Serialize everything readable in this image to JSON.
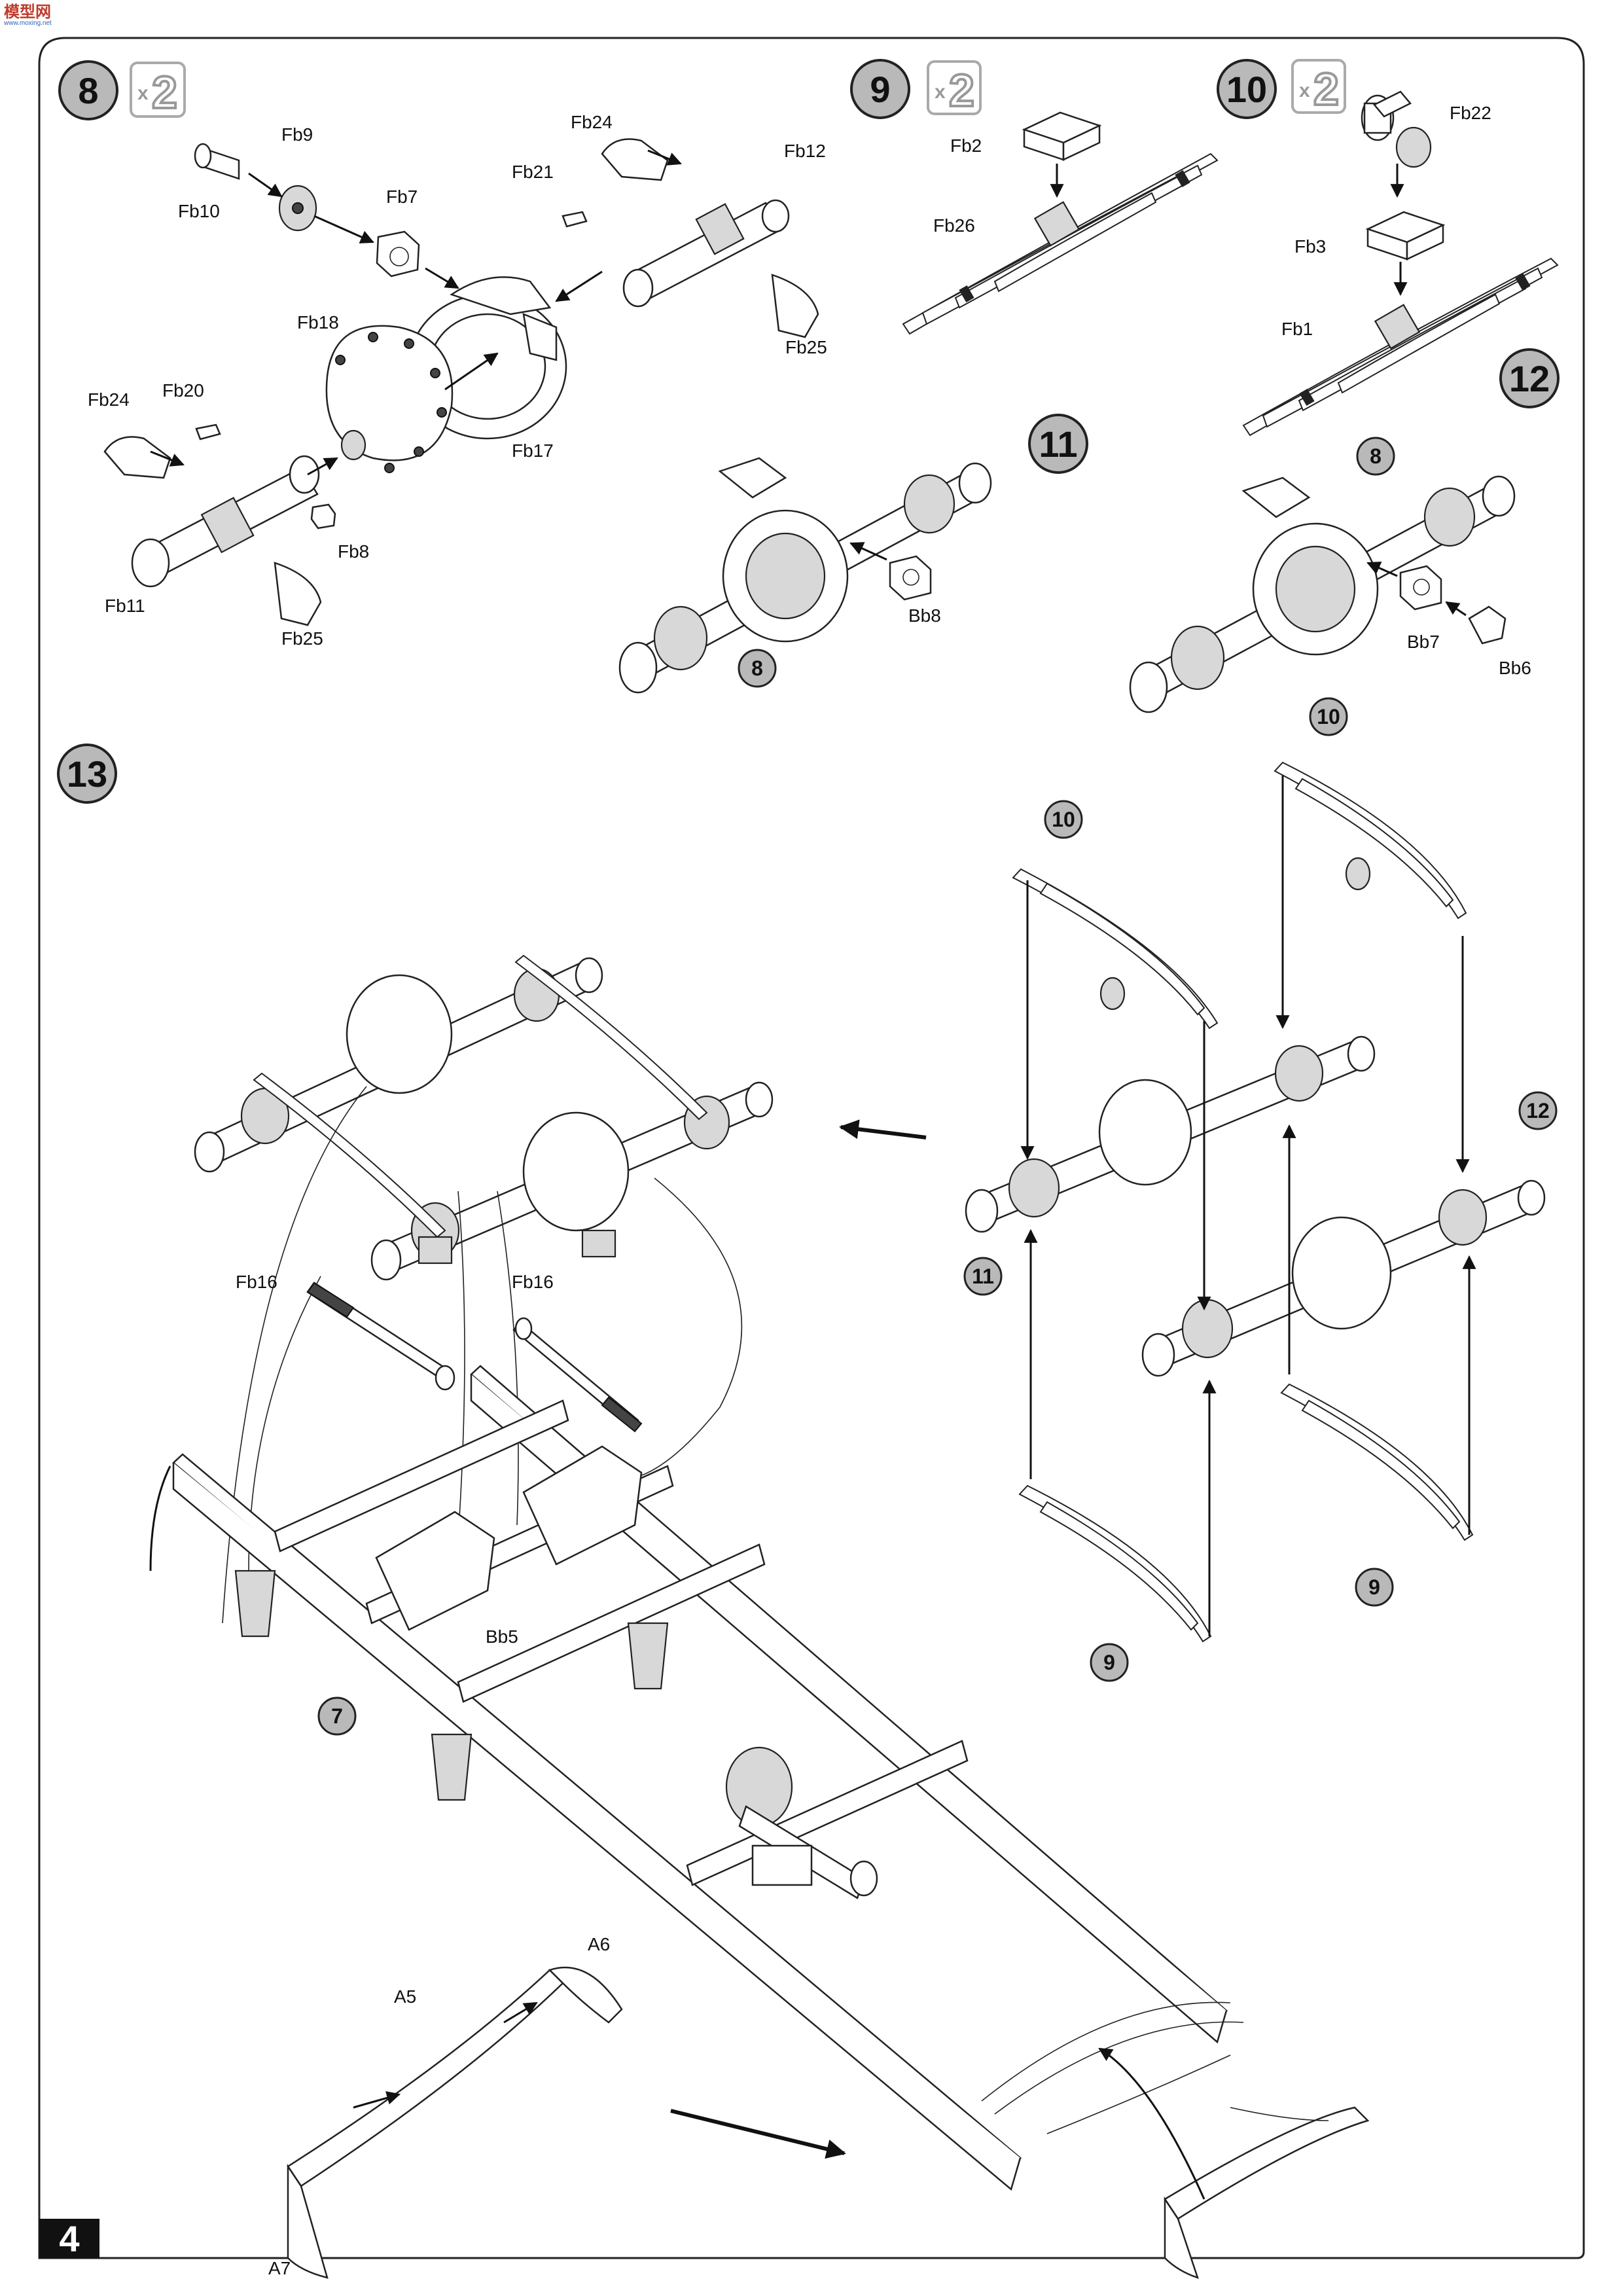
{
  "watermark": {
    "logo_text": "模型网",
    "url_text": "www.moxing.net"
  },
  "page_number": "4",
  "steps": [
    {
      "id": "step-8",
      "number": "8",
      "quantity": "2"
    },
    {
      "id": "step-9",
      "number": "9",
      "quantity": "2"
    },
    {
      "id": "step-10",
      "number": "10",
      "quantity": "2"
    },
    {
      "id": "step-11",
      "number": "11"
    },
    {
      "id": "step-12",
      "number": "12"
    },
    {
      "id": "step-13",
      "number": "13"
    }
  ],
  "quantity_prefix": "x",
  "parts": {
    "step8": [
      "Fb9",
      "Fb10",
      "Fb7",
      "Fb24",
      "Fb12",
      "Fb21",
      "Fb25",
      "Fb18",
      "Fb17",
      "Fb20",
      "Fb24",
      "Fb8",
      "Fb11",
      "Fb25"
    ],
    "step9": [
      "Fb2",
      "Fb26"
    ],
    "step10": [
      "Fb22",
      "Fb3",
      "Fb1"
    ],
    "step11": [
      "Bb8"
    ],
    "step12": [
      "Bb7",
      "Bb6"
    ],
    "step13": [
      "Fb16",
      "Fb16",
      "Bb5",
      "A6",
      "A5",
      "A7"
    ]
  },
  "sub_assembly_refs": {
    "step11": [
      "8"
    ],
    "step12": [
      "8"
    ],
    "step13_right": [
      "10",
      "10",
      "12",
      "11",
      "9",
      "9"
    ],
    "step13_left": [
      "7"
    ]
  }
}
